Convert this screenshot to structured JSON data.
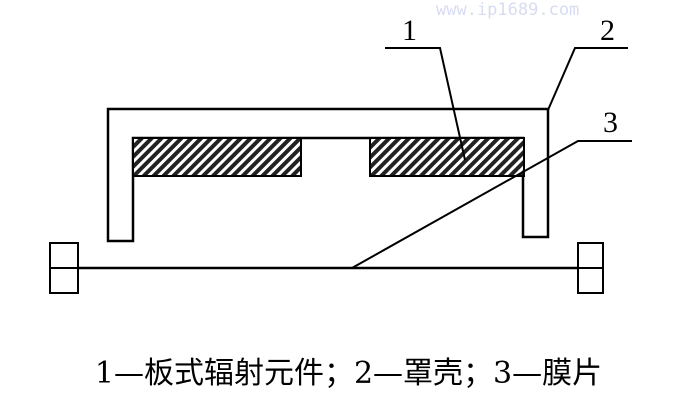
{
  "watermark": "www.ip1689.com",
  "labels": {
    "l1": "1",
    "l2": "2",
    "l3": "3"
  },
  "caption": "1—板式辐射元件；2—罩壳；3—膜片"
}
